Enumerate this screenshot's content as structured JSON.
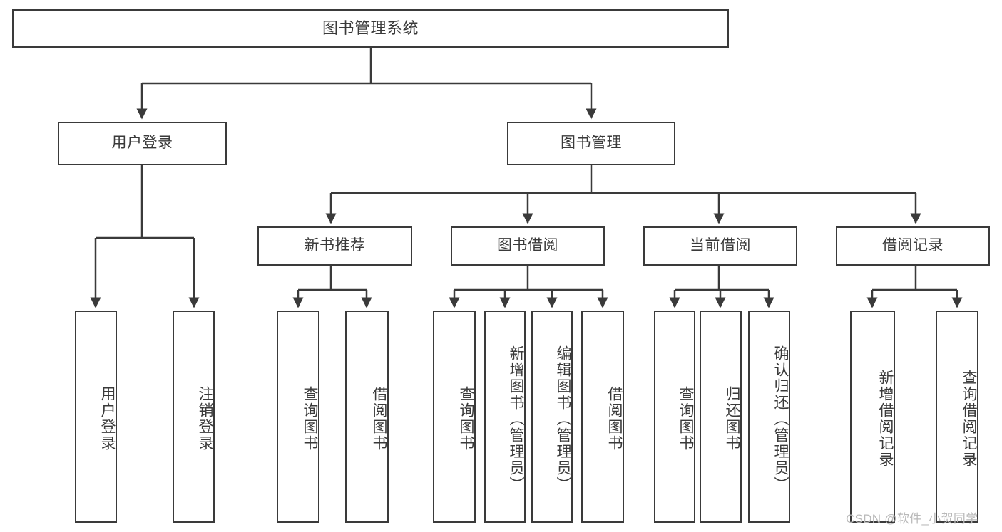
{
  "diagram": {
    "title": "图书管理系统",
    "type": "tree-hierarchy-diagram",
    "colors": {
      "stroke": "#3a3a3a",
      "fill": "#ffffff",
      "text": "#3a3a3a",
      "watermark": "#b9b9b9"
    },
    "nodes": {
      "root": {
        "label": "图书管理系统"
      },
      "level2": [
        {
          "id": "user-login",
          "label": "用户登录"
        },
        {
          "id": "book-management",
          "label": "图书管理"
        }
      ],
      "level3": [
        {
          "id": "new-book-recommend",
          "label": "新书推荐"
        },
        {
          "id": "book-borrow",
          "label": "图书借阅"
        },
        {
          "id": "current-borrow",
          "label": "当前借阅"
        },
        {
          "id": "borrow-record",
          "label": "借阅记录"
        }
      ],
      "leaves": [
        {
          "id": "leaf-user-login",
          "label": "用户登录",
          "parent": "user-login"
        },
        {
          "id": "leaf-logout-login",
          "label": "注销登录",
          "parent": "user-login"
        },
        {
          "id": "leaf-query-book-1",
          "label": "查询图书",
          "parent": "new-book-recommend"
        },
        {
          "id": "leaf-borrow-book-1",
          "label": "借阅图书",
          "parent": "new-book-recommend"
        },
        {
          "id": "leaf-query-book-2",
          "label": "查询图书",
          "parent": "book-borrow"
        },
        {
          "id": "leaf-add-book",
          "label": "新增图书（管理员）",
          "parent": "book-borrow"
        },
        {
          "id": "leaf-edit-book",
          "label": "编辑图书（管理员）",
          "parent": "book-borrow"
        },
        {
          "id": "leaf-borrow-book-2",
          "label": "借阅图书",
          "parent": "book-borrow"
        },
        {
          "id": "leaf-query-book-3",
          "label": "查询图书",
          "parent": "current-borrow"
        },
        {
          "id": "leaf-return-book",
          "label": "归还图书",
          "parent": "current-borrow"
        },
        {
          "id": "leaf-confirm-return",
          "label": "确认归还（管理员）",
          "parent": "current-borrow"
        },
        {
          "id": "leaf-add-record",
          "label": "新增借阅记录",
          "parent": "borrow-record"
        },
        {
          "id": "leaf-query-record",
          "label": "查询借阅记录",
          "parent": "borrow-record"
        }
      ]
    },
    "watermark": "CSDN @软件_小贺同学"
  }
}
